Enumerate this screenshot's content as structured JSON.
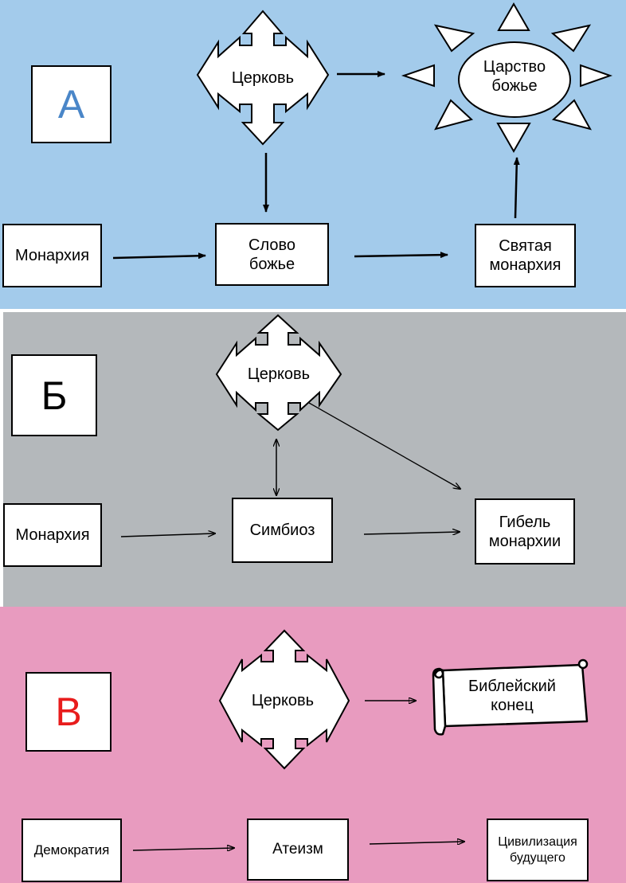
{
  "panels": {
    "a": {
      "letter": "А",
      "letter_color": "#4a86c8",
      "background": "#a3cbeb",
      "church": "Церковь",
      "kingdom": "Царство божье",
      "monarchy": "Монархия",
      "word_of_god": "Слово божье",
      "holy_monarchy": "Святая монархия"
    },
    "b": {
      "letter": "Б",
      "letter_color": "#000000",
      "background": "#b4b8bb",
      "church": "Церковь",
      "monarchy": "Монархия",
      "symbiosis": "Симбиоз",
      "fall_of_monarchy": "Гибель монархии"
    },
    "c": {
      "letter": "В",
      "letter_color": "#e81c1c",
      "background": "#e89bbf",
      "church": "Церковь",
      "biblical_end": "Библейский конец",
      "democracy": "Демократия",
      "atheism": "Атеизм",
      "civilization": "Цивилизация будущего"
    }
  }
}
